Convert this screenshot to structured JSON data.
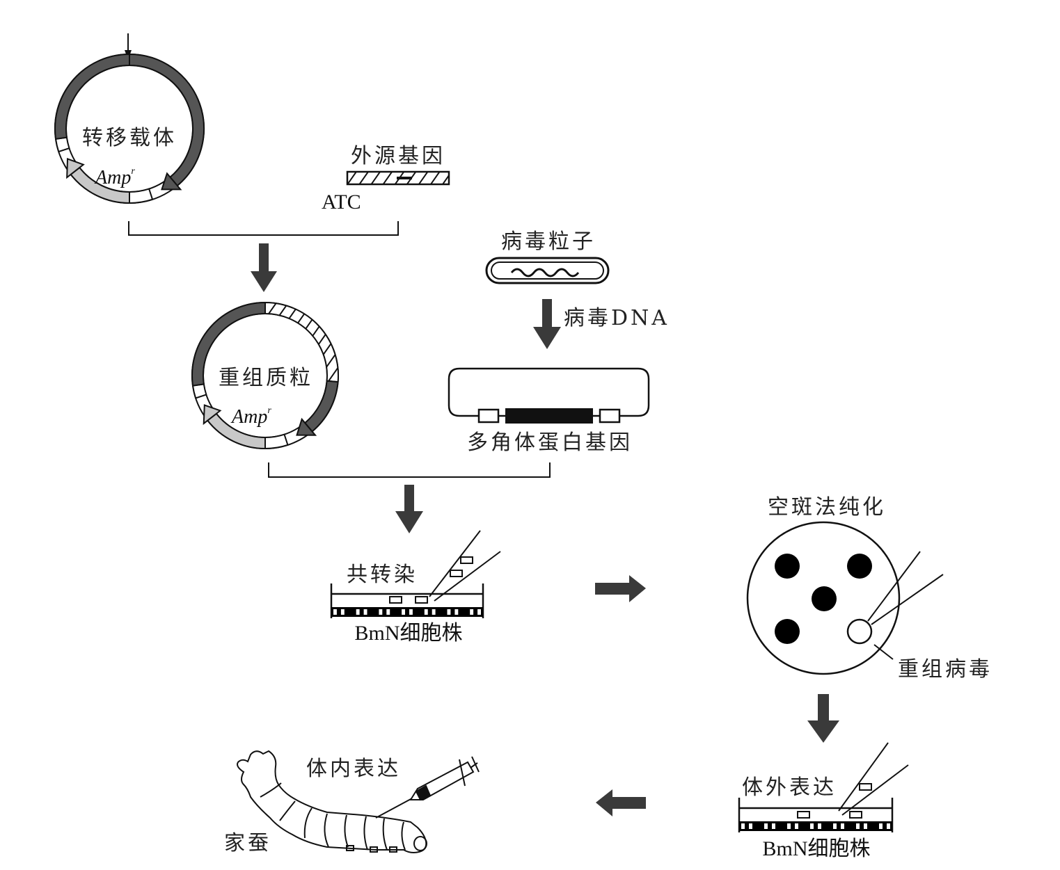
{
  "colors": {
    "dark_segment": "#555555",
    "light_segment": "#c8c8c8",
    "arrow": "#3a3a3a",
    "ink": "#111111",
    "background": "#ffffff"
  },
  "transfer_vector": {
    "label": "转移载体",
    "marker": "Amp",
    "marker_superscript": "r"
  },
  "foreign_gene": {
    "label": "外源基因",
    "start_codon": "ATC"
  },
  "recombinant_plasmid": {
    "label": "重组质粒",
    "marker": "Amp",
    "marker_superscript": "r"
  },
  "virus_particle": {
    "label": "病毒粒子",
    "arrow_label": "病毒DNA"
  },
  "viral_dna": {
    "gene_label": "多角体蛋白基因"
  },
  "cotransfection": {
    "label": "共转染",
    "cell_line": "BmN细胞株"
  },
  "plaque_purification": {
    "title": "空斑法纯化",
    "recombinant_virus_label": "重组病毒",
    "dark_plaques": 4,
    "clear_plaques": 1
  },
  "in_vitro_expression": {
    "label": "体外表达",
    "cell_line": "BmN细胞株"
  },
  "in_vivo_expression": {
    "label": "体内表达",
    "organism": "家蚕"
  }
}
